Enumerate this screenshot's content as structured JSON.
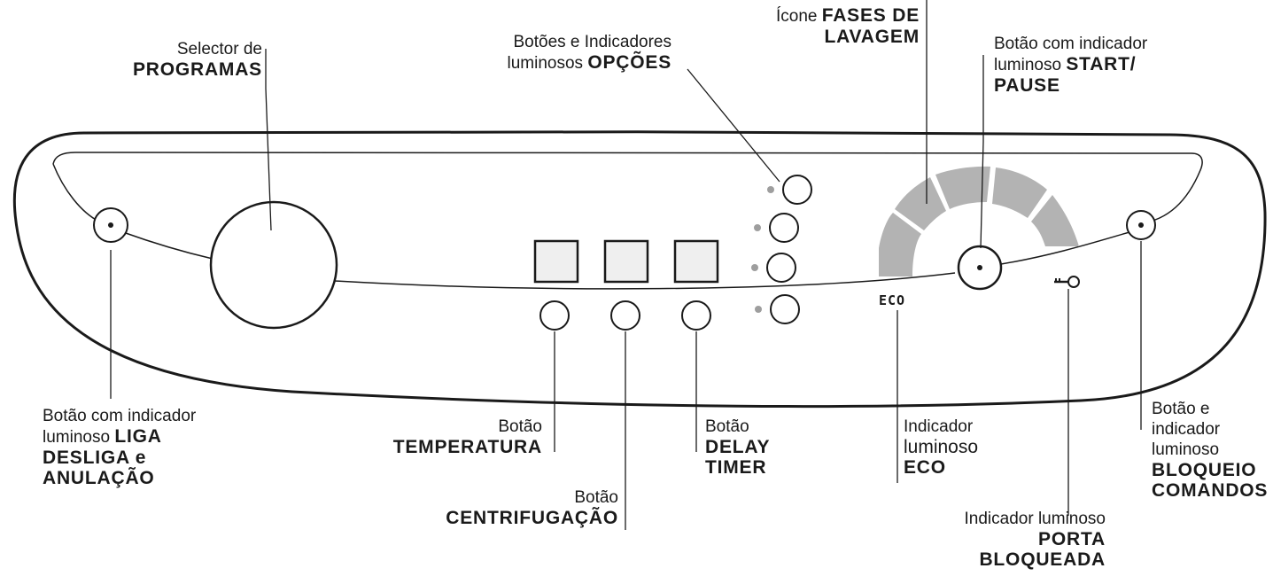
{
  "labels": {
    "programas": {
      "line1": "Selector de",
      "line2": "PROGRAMAS"
    },
    "opcoes": {
      "line1": "Botões e Indicadores",
      "line2a": "luminosos ",
      "line2b": "OPÇÕES"
    },
    "fases": {
      "prefix": "Ícone ",
      "line1b": "FASES DE",
      "line2": "LAVAGEM"
    },
    "start": {
      "line1": "Botão com indicador",
      "line2a": "luminoso ",
      "line2b": "START/",
      "line3": "PAUSE"
    },
    "liga": {
      "line1": "Botão com indicador",
      "line2a": "luminoso ",
      "line2b": "LIGA",
      "line3": "DESLIGA e",
      "line4": "ANULAÇÃO"
    },
    "temperatura": {
      "line1": "Botão",
      "line2": "TEMPERATURA"
    },
    "centrifugacao": {
      "line1": "Botão",
      "line2": "CENTRIFUGAÇÃO"
    },
    "delay": {
      "line1": "Botão",
      "line2": "DELAY",
      "line3": "TIMER"
    },
    "eco": {
      "line1": "Indicador",
      "line2": "luminoso",
      "line3": "ECO"
    },
    "porta": {
      "line1": "Indicador luminoso",
      "line2": "PORTA",
      "line3": "BLOQUEADA"
    },
    "bloqueio": {
      "line1": "Botão e",
      "line2": "indicador",
      "line3": "luminoso",
      "line4": "BLOQUEIO",
      "line5": "COMANDOS"
    }
  },
  "panel": {
    "eco_marking": "ECO"
  },
  "colors": {
    "ink": "#1a1a1a",
    "arc_grey": "#b3b3b3",
    "led_grey": "#9e9e9e",
    "display_fill": "#efefef"
  }
}
